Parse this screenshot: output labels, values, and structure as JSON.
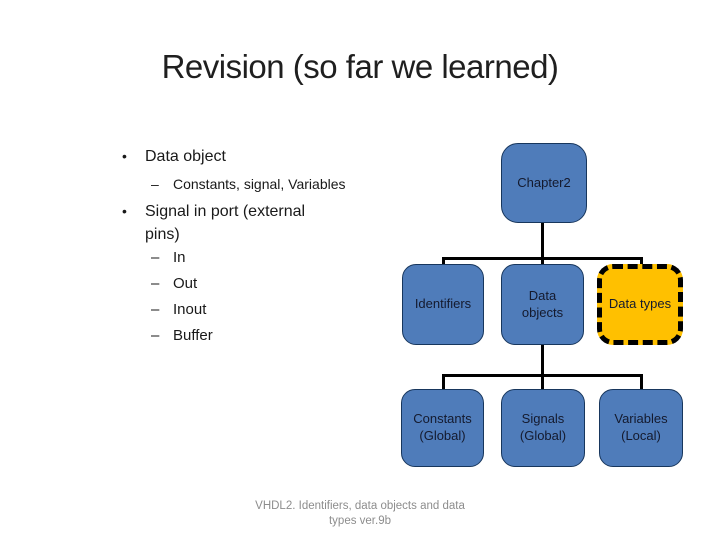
{
  "slide": {
    "title": "Revision (so far we learned)",
    "footer": {
      "line1": "VHDL2. Identifiers, data objects and data",
      "line2": "types ver.9b"
    }
  },
  "bullets": {
    "bullet_glyph": "•",
    "dash_glyph": "–",
    "level1_item1": "Data object",
    "level1_item1_sub": "Constants, signal, Variables",
    "level1_item2": "Signal in port (external pins)",
    "level1_item2_subs": [
      "In",
      "Out",
      "Inout",
      "Buffer"
    ]
  },
  "diagram": {
    "root": {
      "label": "Chapter2"
    },
    "middle_row": [
      {
        "label": "Identifiers",
        "highlighted": false
      },
      {
        "label": "Data objects",
        "highlighted": false
      },
      {
        "label": "Data types",
        "highlighted": true
      }
    ],
    "bottom_row": [
      {
        "label": "Constants (Global)"
      },
      {
        "label": "Signals (Global)"
      },
      {
        "label": "Variables (Local)"
      }
    ],
    "colors": {
      "node_fill": "#4f7cba",
      "node_border": "#17365d",
      "node_text": "#141a2e",
      "highlight_fill": "#ffc000",
      "highlight_border": "#000000",
      "connector": "#000000",
      "title_text": "#1f1f1f",
      "footer_text": "#8d8d8d"
    }
  }
}
